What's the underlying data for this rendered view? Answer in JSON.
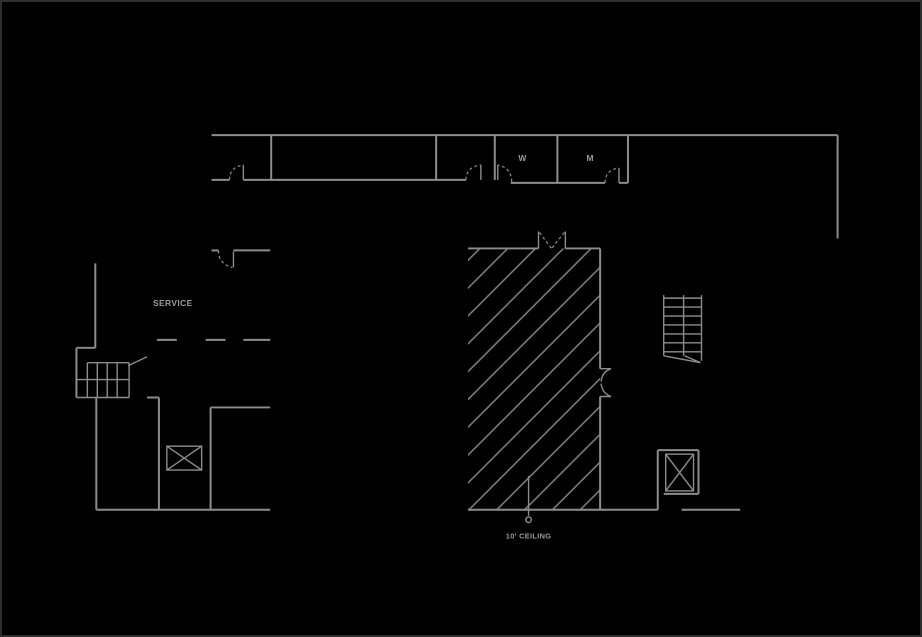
{
  "drawing": {
    "labels": {
      "service": "SERVICE",
      "restroom_w": "W",
      "restroom_m": "M",
      "ceiling_note": "10' CEILING"
    }
  },
  "colors": {
    "bg": "#000000",
    "line": "#8d8d8d",
    "text": "#9c9c9c",
    "border": "#2e2e2e"
  }
}
